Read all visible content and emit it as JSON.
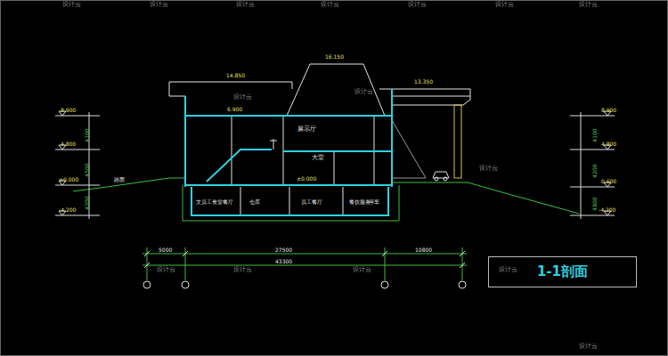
{
  "diagram": {
    "nodes": [
      {
        "text": [
          "1-1剖面"
        ]
      }
    ],
    "labels": [
      "14.850",
      "16.150",
      "13.350",
      "6.900",
      "展示厅",
      "大堂",
      "±0.000",
      "文员工食堂餐厅",
      "仓库",
      "员工餐厅",
      "餐饮服务",
      "停车",
      "路面",
      "8.900",
      "4.800",
      "±0.000",
      "-4.200",
      "4100",
      "4500",
      "4200",
      "8.900",
      "4.800",
      "0.600",
      "-4.200",
      "4100",
      "4200",
      "4800",
      "5000",
      "27500",
      "10800",
      "43300",
      "设计云",
      "设计云",
      "设计云",
      "设计云",
      "设计云",
      "设计云",
      "设计云",
      "设计云",
      "设计云",
      "设计云",
      "设计云",
      "设计云",
      "设计云",
      "设计云",
      "设计云"
    ]
  }
}
